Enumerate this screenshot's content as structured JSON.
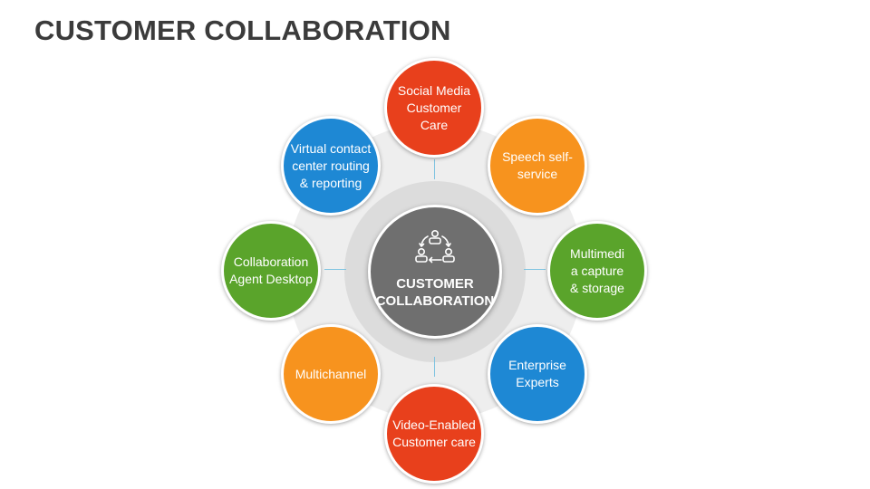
{
  "title": "CUSTOMER COLLABORATION",
  "center": {
    "label": "CUSTOMER\nCOLLABORATION",
    "icon": "collaboration-cycle-icon",
    "color": "#6f6f6f"
  },
  "nodes": [
    {
      "id": "social-media",
      "label": "Social Media\nCustomer\nCare",
      "color": "#e8401c"
    },
    {
      "id": "speech-self-service",
      "label": "Speech self-\nservice",
      "color": "#f7931e"
    },
    {
      "id": "multimedia-capture",
      "label": "Multimedi\na capture\n& storage",
      "color": "#5aa42b"
    },
    {
      "id": "enterprise-experts",
      "label": "Enterprise\nExperts",
      "color": "#1e88d4"
    },
    {
      "id": "video-enabled",
      "label": "Video-Enabled\nCustomer care",
      "color": "#e8401c"
    },
    {
      "id": "multichannel",
      "label": "Multichannel",
      "color": "#f7931e"
    },
    {
      "id": "collaboration-agent",
      "label": "Collaboration\nAgent Desktop",
      "color": "#5aa42b"
    },
    {
      "id": "virtual-contact",
      "label": "Virtual contact\ncenter routing\n& reporting",
      "color": "#1e88d4"
    }
  ],
  "connector_color": "#7ec3e0"
}
